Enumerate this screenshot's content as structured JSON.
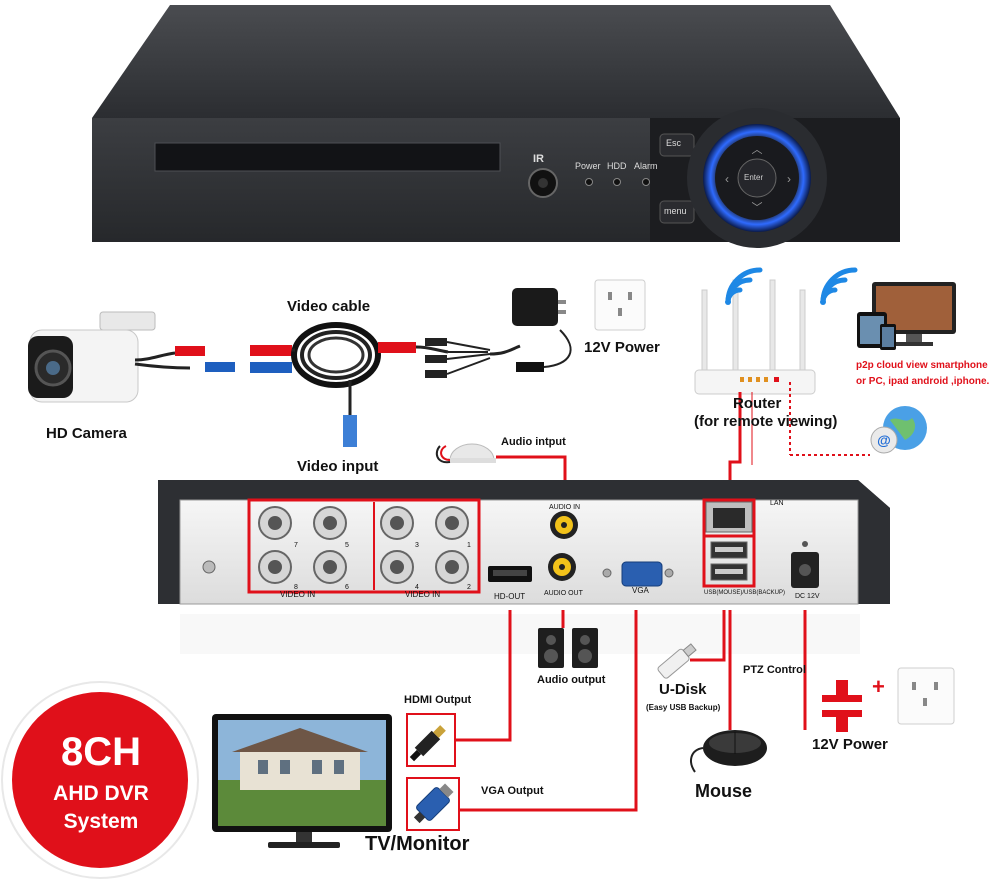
{
  "dvr_front": {
    "ir_label": "IR",
    "power_label": "Power",
    "hdd_label": "HDD",
    "alarm_label": "Alarm",
    "esc_label": "Esc",
    "menu_label": "menu",
    "enter_label": "Enter"
  },
  "top_labels": {
    "video_cable": "Video cable",
    "hd_camera": "HD Camera",
    "video_input": "Video input",
    "power_12v_top": "12V Power",
    "router": "Router",
    "router_sub": "(for remote viewing)",
    "p2p_line1": "p2p cloud  view smartphone",
    "p2p_line2": "or PC, ipad android ,iphone.",
    "audio_input": "Audio intput"
  },
  "dvr_back": {
    "video_in_left": "VIDEO IN",
    "video_in_right": "VIDEO IN",
    "audio_in": "AUDIO IN",
    "audio_out": "AUDIO OUT",
    "hd_out": "HD-OUT",
    "vga": "VGA",
    "lan": "LAN",
    "usb_label": "USB(MOUSE)/USB(BACKUP)",
    "dc": "DC 12V",
    "ch_left": [
      "7",
      "5",
      "8",
      "6"
    ],
    "ch_right": [
      "3",
      "1",
      "4",
      "2"
    ]
  },
  "bottom_labels": {
    "audio_output": "Audio output",
    "u_disk": "U-Disk",
    "u_disk_sub": "(Easy USB Backup)",
    "ptz_control": "PTZ Control",
    "power_12v_bottom": "12V Power",
    "hdmi_output": "HDMI Output",
    "vga_output": "VGA Output",
    "mouse": "Mouse",
    "tv_monitor": "TV/Monitor"
  },
  "badge": {
    "line1": "8CH",
    "line2": "AHD DVR",
    "line3": "System"
  },
  "colors": {
    "badge_red": "#e0101a",
    "cable_red": "#e0101a",
    "wifi_blue": "#1e88e5",
    "dvr_body": "#3a3c40"
  }
}
